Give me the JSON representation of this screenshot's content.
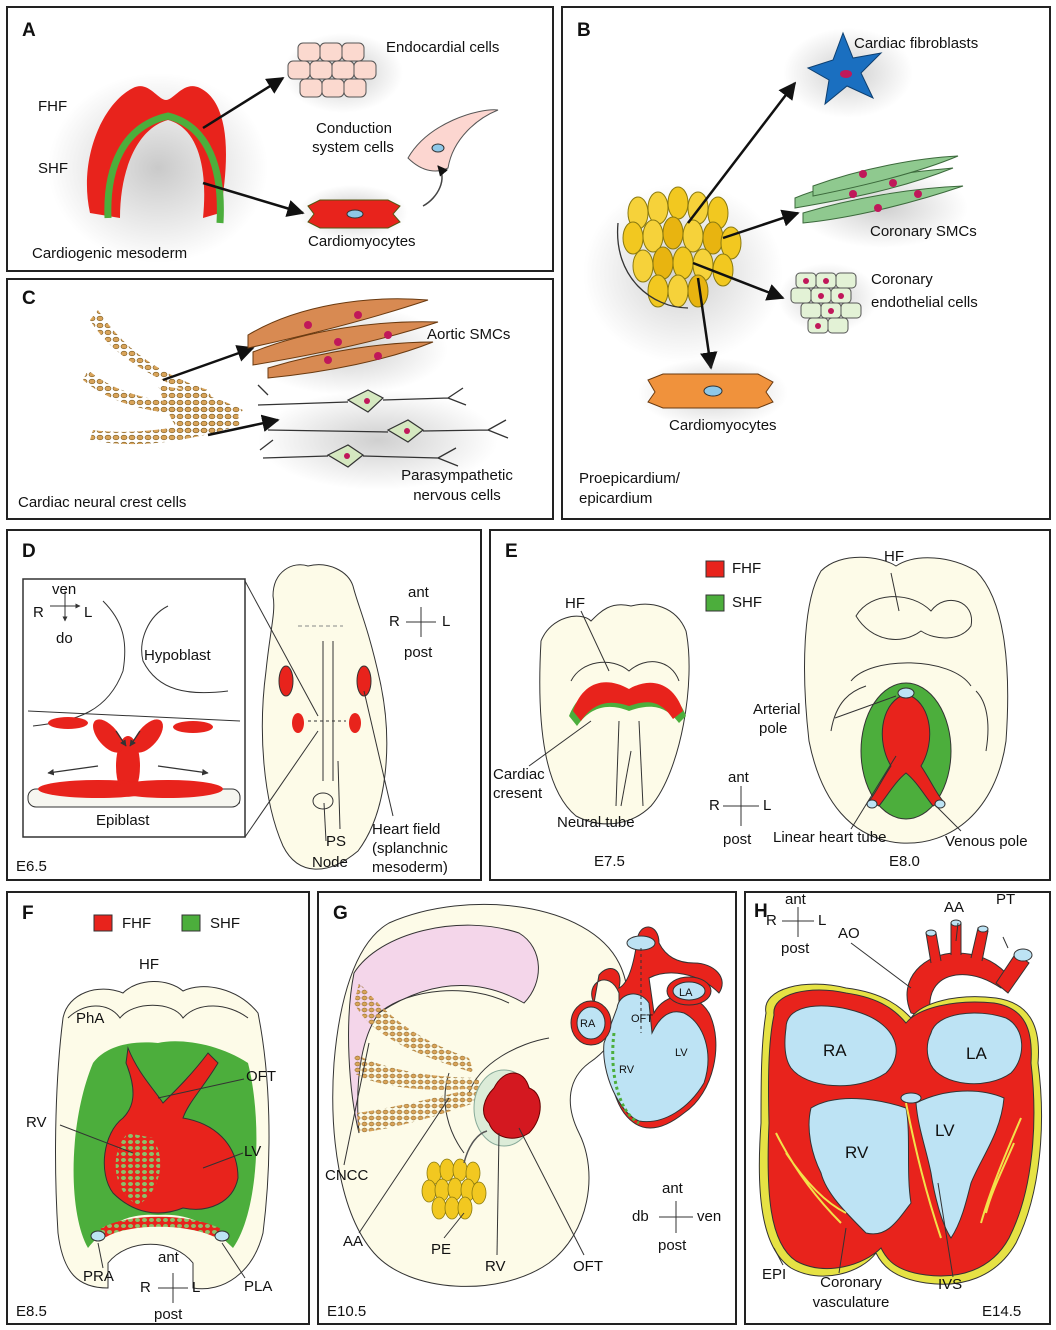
{
  "panels": {
    "A": {
      "letter": "A",
      "fhf": "FHF",
      "shf": "SHF",
      "mesoderm": "Cardiogenic mesoderm",
      "endocardial": "Endocardial cells",
      "conduction_1": "Conduction",
      "conduction_2": "system cells",
      "cardiomyocytes": "Cardiomyocytes"
    },
    "B": {
      "letter": "B",
      "fibroblasts": "Cardiac fibroblasts",
      "smcs": "Coronary SMCs",
      "endo_1": "Coronary",
      "endo_2": "endothelial cells",
      "cardiomyocytes": "Cardiomyocytes",
      "proepi_1": "Proepicardium/",
      "proepi_2": "epicardium"
    },
    "C": {
      "letter": "C",
      "aortic": "Aortic SMCs",
      "para_1": "Parasympathetic",
      "para_2": "nervous cells",
      "crest": "Cardiac neural crest cells"
    },
    "D": {
      "letter": "D",
      "ven": "ven",
      "do": "do",
      "R": "R",
      "L": "L",
      "hypoblast": "Hypoblast",
      "epiblast": "Epiblast",
      "ant": "ant",
      "post": "post",
      "ps": "PS",
      "node": "Node",
      "hf_1": "Heart field",
      "hf_2": "(splanchnic",
      "hf_3": "mesoderm)",
      "stage": "E6.5"
    },
    "E": {
      "letter": "E",
      "fhf": "FHF",
      "shf": "SHF",
      "hf_left": "HF",
      "hf_right": "HF",
      "cardiac_1": "Cardiac",
      "cardiac_2": "cresent",
      "neural": "Neural tube",
      "stage_left": "E7.5",
      "ant": "ant",
      "post": "post",
      "R": "R",
      "L": "L",
      "arterial_1": "Arterial",
      "arterial_2": "pole",
      "linear": "Linear heart tube",
      "venous": "Venous pole",
      "stage_right": "E8.0"
    },
    "F": {
      "letter": "F",
      "fhf": "FHF",
      "shf": "SHF",
      "hf": "HF",
      "pha": "PhA",
      "oft": "OFT",
      "rv": "RV",
      "lv": "LV",
      "pra": "PRA",
      "pla": "PLA",
      "ant": "ant",
      "post": "post",
      "R": "R",
      "L": "L",
      "stage": "E8.5"
    },
    "G": {
      "letter": "G",
      "ra": "RA",
      "la": "LA",
      "oft_in": "OFT",
      "rv_in": "RV",
      "lv_in": "LV",
      "cncc": "CNCC",
      "aa": "AA",
      "pe": "PE",
      "rv": "RV",
      "oft": "OFT",
      "ant": "ant",
      "post": "post",
      "db": "db",
      "ven": "ven",
      "stage": "E10.5"
    },
    "H": {
      "letter": "H",
      "ant": "ant",
      "post": "post",
      "R": "R",
      "L": "L",
      "aa": "AA",
      "pt": "PT",
      "ao": "AO",
      "ra": "RA",
      "la": "LA",
      "rv": "RV",
      "lv": "LV",
      "epi": "EPI",
      "coronary_1": "Coronary",
      "coronary_2": "vasculature",
      "ivs": "IVS",
      "stage": "E14.5"
    }
  },
  "colors": {
    "fhf": "#e8231c",
    "shf": "#4cae3c",
    "embryo": "#fdfbe8",
    "chamber": "#bde3f4",
    "yellow_cells": "#f0c419",
    "orange_cells": "#e8913c"
  }
}
